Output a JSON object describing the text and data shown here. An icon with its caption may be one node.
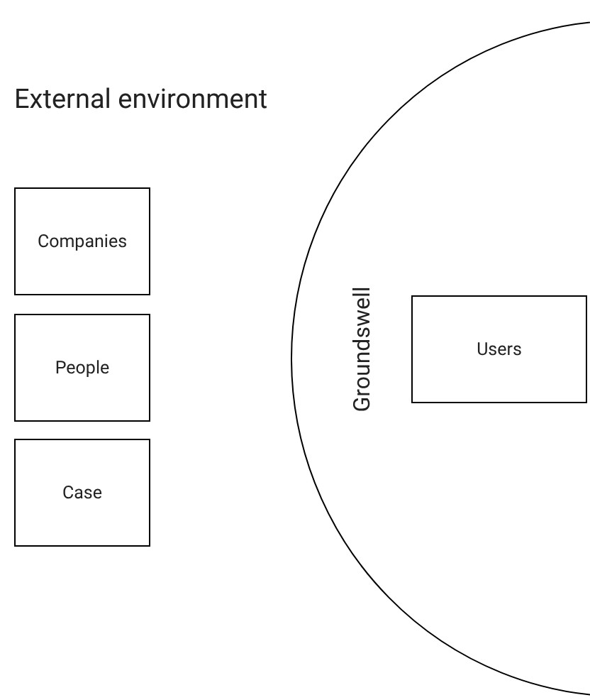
{
  "diagram": {
    "title": "External environment",
    "nodes": [
      {
        "text": [
          "Companies"
        ]
      },
      {
        "text": [
          "People"
        ]
      },
      {
        "text": [
          "Case"
        ]
      },
      {
        "text": [
          "Groundswell"
        ]
      },
      {
        "text": [
          "Users"
        ],
        "in": 3
      }
    ]
  }
}
